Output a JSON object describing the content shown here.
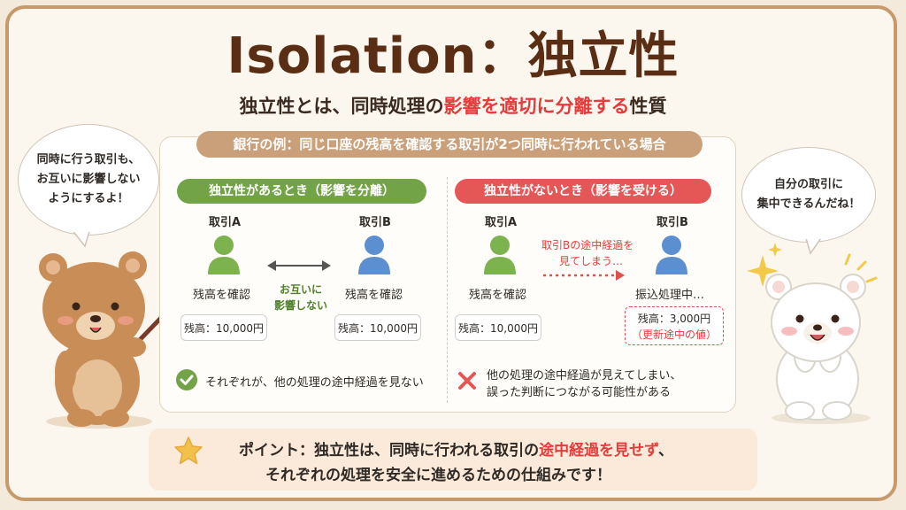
{
  "title": "Isolation：独立性",
  "subtitle": {
    "pre": "独立性とは、同時処理の",
    "highlight": "影響を適切に分離する",
    "post": "性質"
  },
  "example_banner": "銀行の例：同じ口座の残高を確認する取引が2つ同時に行われている場合",
  "left_bubble": {
    "line1": "同時に行う取引も、",
    "line2": "お互いに影響しない",
    "line3": "ようにするよ！"
  },
  "right_bubble": {
    "line1": "自分の取引に",
    "line2": "集中できるんだね！"
  },
  "with_isolation": {
    "header": "独立性があるとき（影響を分離）",
    "tx_a_label": "取引A",
    "tx_b_label": "取引B",
    "tx_a_action": "残高を確認",
    "tx_b_action": "残高を確認",
    "arrow_label_1": "お互いに",
    "arrow_label_2": "影響しない",
    "tx_a_balance": "残高：10,000円",
    "tx_b_balance": "残高：10,000円",
    "result": "それぞれが、他の処理の途中経過を見ない"
  },
  "without_isolation": {
    "header": "独立性がないとき（影響を受ける）",
    "tx_a_label": "取引A",
    "tx_b_label": "取引B",
    "tx_a_action": "残高を確認",
    "tx_b_action": "振込処理中…",
    "arrow_label_1": "取引Bの途中経過を",
    "arrow_label_2": "見てしまう…",
    "tx_a_balance": "残高：10,000円",
    "tx_b_balance": "残高：3,000円",
    "tx_b_note": "（更新途中の値）",
    "result_1": "他の処理の途中経過が見えてしまい、",
    "result_2": "誤った判断につながる可能性がある"
  },
  "point": {
    "line1_pre": "ポイント：独立性は、同時に行われる取引の",
    "line1_highlight": "途中経過を見せず",
    "line1_post": "、",
    "line2": "それぞれの処理を安全に進めるための仕組みです！"
  },
  "colors": {
    "title": "#5a2e15",
    "accent_red": "#e53b3b",
    "green": "#72a347",
    "red": "#e55656",
    "blue_person": "#5b8fd0",
    "green_person": "#7cb34f",
    "banner": "#c9a079"
  },
  "icons": {
    "check": "check-circle-icon",
    "cross": "cross-icon",
    "star": "star-icon"
  }
}
